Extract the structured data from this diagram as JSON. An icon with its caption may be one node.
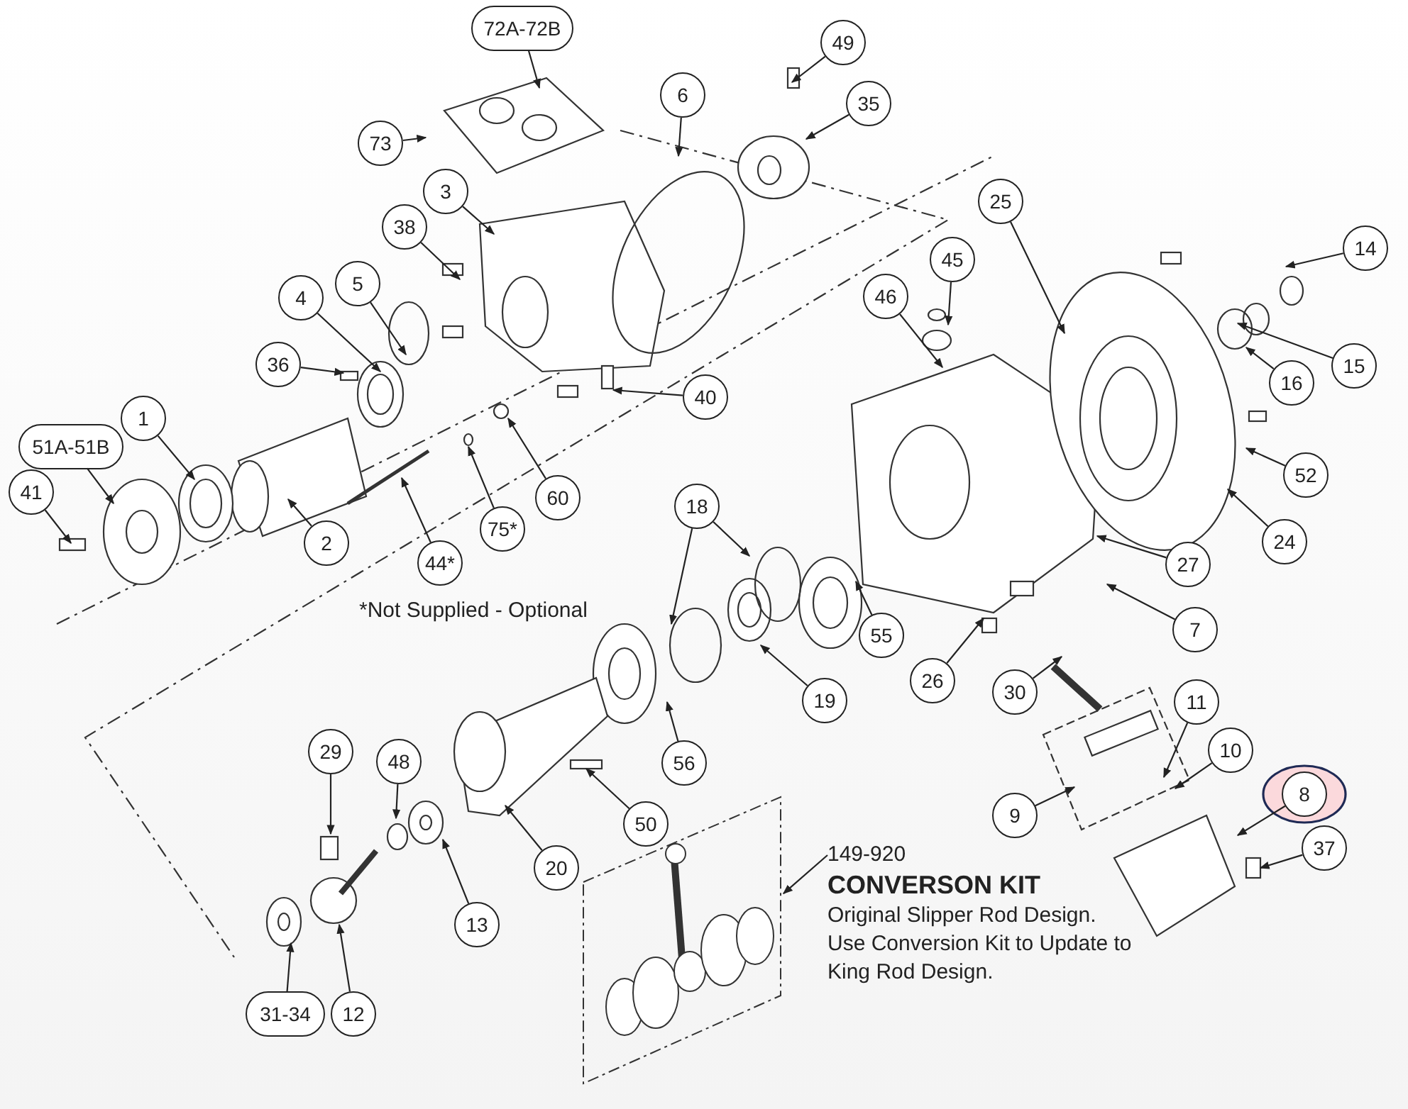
{
  "diagram": {
    "nodes": [
      {
        "text": [
          "72A-72B"
        ]
      },
      {
        "text": [
          "49"
        ]
      },
      {
        "text": [
          "6"
        ]
      },
      {
        "text": [
          "35"
        ]
      },
      {
        "text": [
          "73"
        ]
      },
      {
        "text": [
          "3"
        ]
      },
      {
        "text": [
          "25"
        ]
      },
      {
        "text": [
          "38"
        ]
      },
      {
        "text": [
          "14"
        ]
      },
      {
        "text": [
          "45"
        ]
      },
      {
        "text": [
          "5"
        ]
      },
      {
        "text": [
          "4"
        ]
      },
      {
        "text": [
          "46"
        ]
      },
      {
        "text": [
          "15"
        ]
      },
      {
        "text": [
          "36"
        ]
      },
      {
        "text": [
          "16"
        ]
      },
      {
        "text": [
          "40"
        ]
      },
      {
        "text": [
          "1"
        ]
      },
      {
        "text": [
          "51A-51B"
        ]
      },
      {
        "text": [
          "52"
        ]
      },
      {
        "text": [
          "41"
        ]
      },
      {
        "text": [
          "60"
        ]
      },
      {
        "text": [
          "18"
        ]
      },
      {
        "text": [
          "75*"
        ]
      },
      {
        "text": [
          "24"
        ]
      },
      {
        "text": [
          "2"
        ]
      },
      {
        "text": [
          "44*"
        ]
      },
      {
        "text": [
          "27"
        ]
      },
      {
        "text": [
          "7"
        ]
      },
      {
        "text": [
          "55"
        ]
      },
      {
        "text": [
          "26"
        ]
      },
      {
        "text": [
          "30"
        ]
      },
      {
        "text": [
          "19"
        ]
      },
      {
        "text": [
          "11"
        ]
      },
      {
        "text": [
          "10"
        ]
      },
      {
        "text": [
          "29"
        ]
      },
      {
        "text": [
          "48"
        ]
      },
      {
        "text": [
          "56"
        ]
      },
      {
        "text": [
          "8"
        ]
      },
      {
        "text": [
          "9"
        ]
      },
      {
        "text": [
          "50"
        ]
      },
      {
        "text": [
          "37"
        ]
      },
      {
        "text": [
          "149-920"
        ]
      },
      {
        "text": [],
        "shape": "box"
      },
      {
        "text": [
          "20"
        ]
      },
      {
        "text": [
          "13"
        ]
      },
      {
        "text": [
          "31-34"
        ]
      },
      {
        "text": [
          "12"
        ]
      }
    ],
    "edges": [
      {
        "from": 0,
        "to": null,
        "arrow": "to"
      },
      {
        "from": 1,
        "to": null,
        "arrow": "to"
      },
      {
        "from": 2,
        "to": null,
        "arrow": "to"
      },
      {
        "from": 3,
        "to": null,
        "arrow": "to"
      },
      {
        "from": 4,
        "to": null,
        "arrow": "to"
      },
      {
        "from": 5,
        "to": null,
        "arrow": "to"
      },
      {
        "from": 6,
        "to": null,
        "arrow": "to"
      },
      {
        "from": 7,
        "to": null,
        "arrow": "to"
      },
      {
        "from": 8,
        "to": null,
        "arrow": "to"
      },
      {
        "from": 9,
        "to": null,
        "arrow": "to"
      },
      {
        "from": 10,
        "to": null,
        "arrow": "to"
      },
      {
        "from": 11,
        "to": null,
        "arrow": "to"
      },
      {
        "from": 12,
        "to": null,
        "arrow": "to"
      },
      {
        "from": 13,
        "to": null,
        "arrow": "to"
      },
      {
        "from": 14,
        "to": null,
        "arrow": "to"
      },
      {
        "from": 15,
        "to": null,
        "arrow": "to"
      },
      {
        "from": 16,
        "to": null,
        "arrow": "to"
      },
      {
        "from": 17,
        "to": null,
        "arrow": "to"
      },
      {
        "from": 18,
        "to": null,
        "arrow": "to"
      },
      {
        "from": 19,
        "to": null,
        "arrow": "to"
      },
      {
        "from": 20,
        "to": null,
        "arrow": "to"
      },
      {
        "from": 21,
        "to": null,
        "arrow": "to"
      },
      {
        "from": 22,
        "to": null,
        "arrow": "to"
      },
      {
        "from": 22,
        "to": null,
        "arrow": "to"
      },
      {
        "from": 23,
        "to": null,
        "arrow": "to"
      },
      {
        "from": 24,
        "to": null,
        "arrow": "to"
      },
      {
        "from": 25,
        "to": null,
        "arrow": "to"
      },
      {
        "from": 26,
        "to": null,
        "arrow": "to"
      },
      {
        "from": 27,
        "to": null,
        "arrow": "to"
      },
      {
        "from": 28,
        "to": null,
        "arrow": "to"
      },
      {
        "from": 29,
        "to": null,
        "arrow": "to"
      },
      {
        "from": 30,
        "to": null,
        "arrow": "to"
      },
      {
        "from": 31,
        "to": null,
        "arrow": "to"
      },
      {
        "from": 32,
        "to": null,
        "arrow": "to"
      },
      {
        "from": 33,
        "to": null,
        "arrow": "to"
      },
      {
        "from": 34,
        "to": null,
        "arrow": "to"
      },
      {
        "from": 35,
        "to": null,
        "arrow": "to"
      },
      {
        "from": 36,
        "to": null,
        "arrow": "to"
      },
      {
        "from": 37,
        "to": null,
        "arrow": "to"
      },
      {
        "from": 38,
        "to": null,
        "arrow": "to"
      },
      {
        "from": 39,
        "to": null,
        "arrow": "to"
      },
      {
        "from": 40,
        "to": null,
        "arrow": "to"
      },
      {
        "from": 41,
        "to": null,
        "arrow": "to"
      },
      {
        "from": 42,
        "to": 43,
        "arrow": "to"
      },
      {
        "from": 44,
        "to": null,
        "arrow": "to"
      },
      {
        "from": 45,
        "to": null,
        "arrow": "to"
      },
      {
        "from": 46,
        "to": null,
        "arrow": "to"
      },
      {
        "from": 47,
        "to": null,
        "arrow": "to"
      }
    ],
    "labels": [
      "*Not Supplied - Optional",
      "CONVERSON KIT",
      "Original Slipper Rod Design. Use Conversion Kit to Update to King Rod Design."
    ]
  }
}
